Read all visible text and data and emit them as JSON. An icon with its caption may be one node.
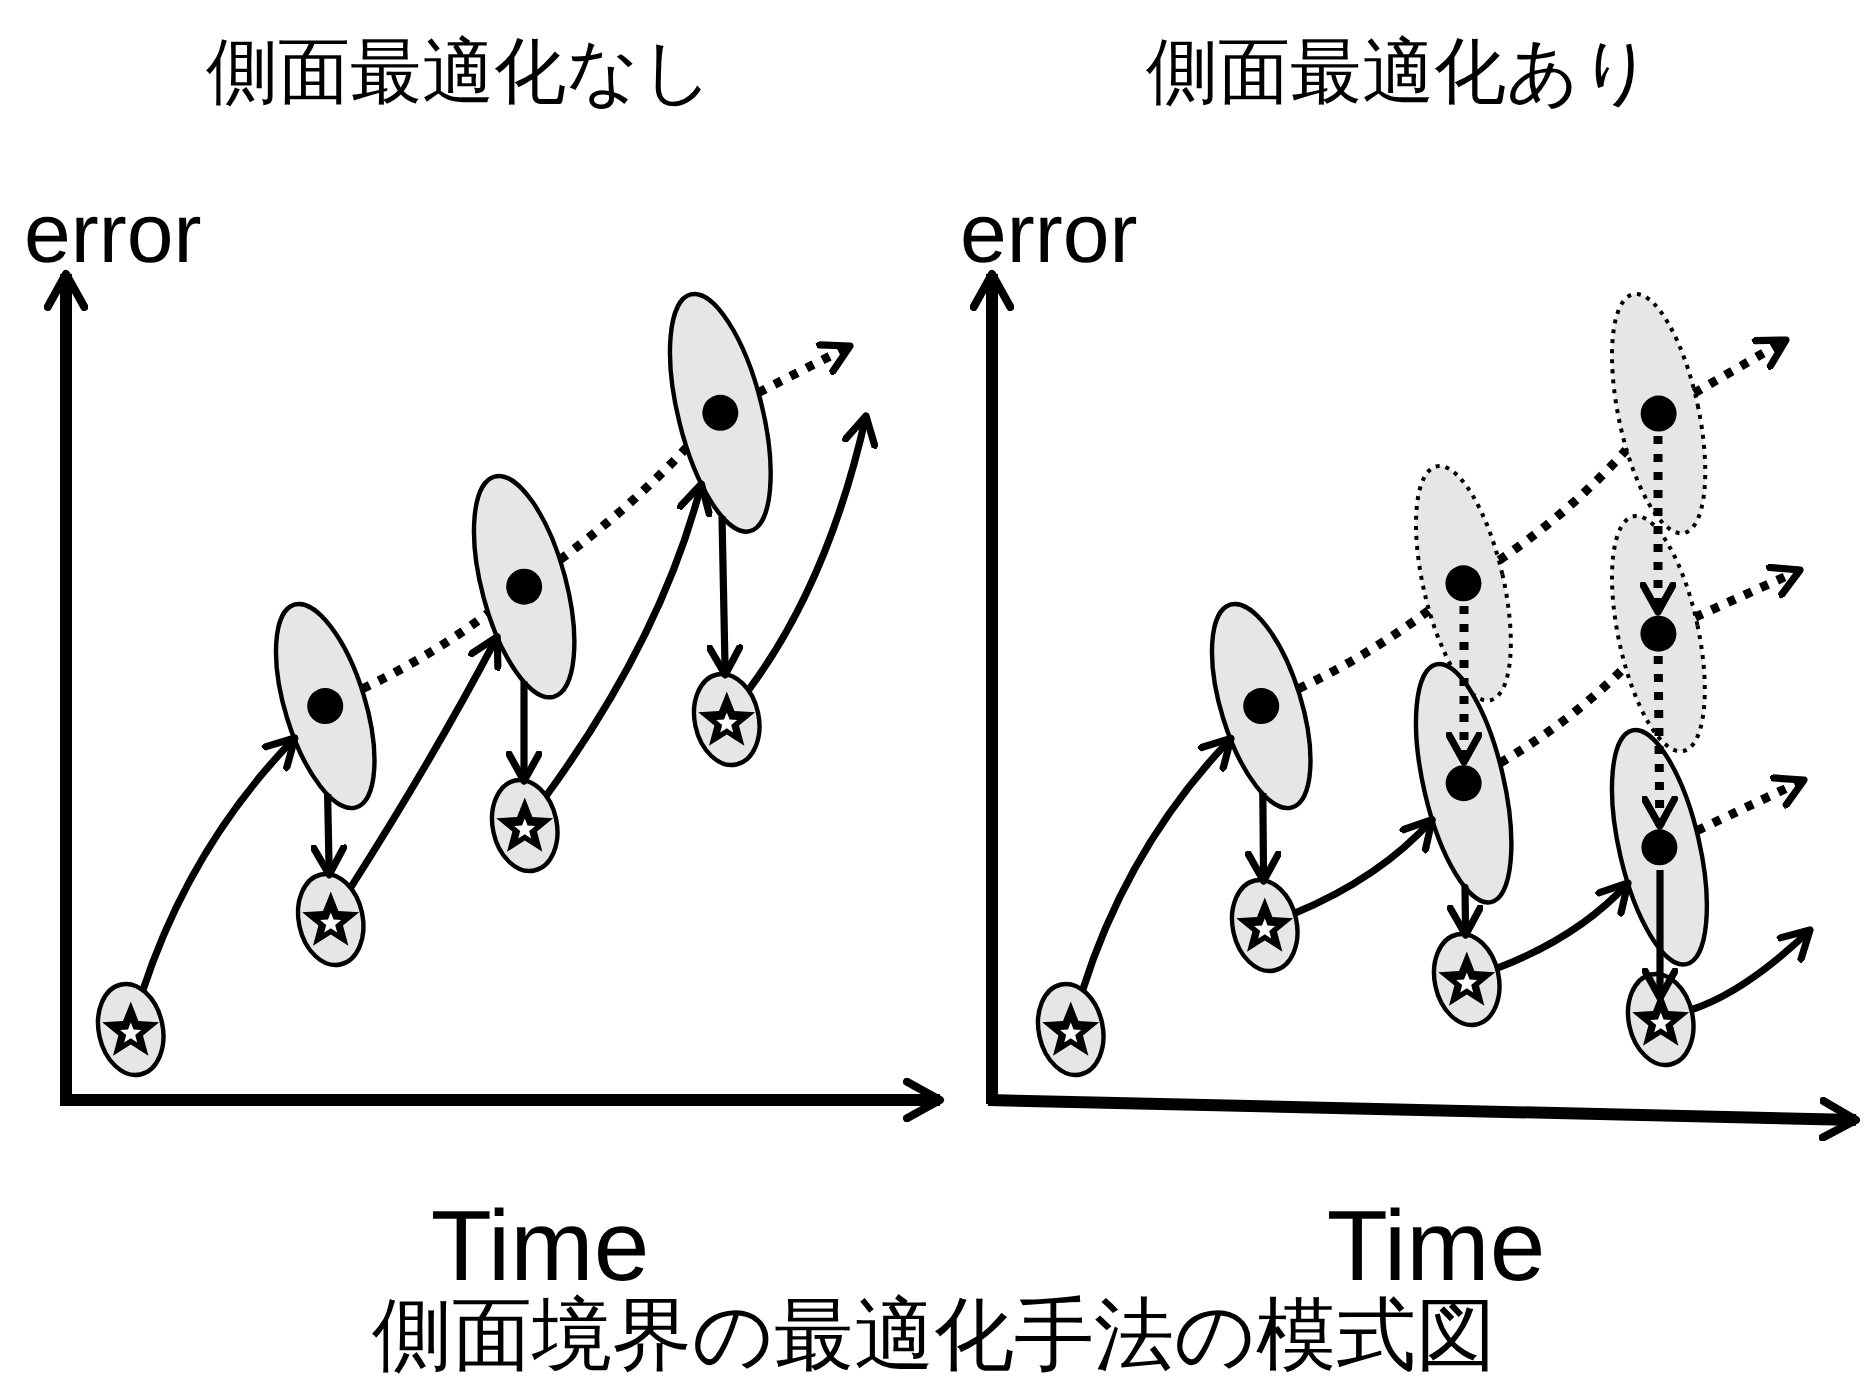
{
  "diagram": {
    "caption": "側面境界の最適化手法の模式図",
    "nodes": [
      {
        "text": [],
        "shape": "star"
      },
      {
        "text": [],
        "shape": "ellipse"
      },
      {
        "text": [],
        "shape": "star"
      },
      {
        "text": [],
        "shape": "ellipse"
      },
      {
        "text": [],
        "shape": "star"
      },
      {
        "text": [],
        "shape": "ellipse"
      },
      {
        "text": [],
        "shape": "star"
      },
      {
        "text": [],
        "shape": "star"
      },
      {
        "text": [],
        "shape": "ellipse"
      },
      {
        "text": [],
        "shape": "star"
      },
      {
        "text": [],
        "shape": "ellipse"
      },
      {
        "text": [],
        "shape": "ellipse"
      },
      {
        "text": [],
        "shape": "star"
      },
      {
        "text": [],
        "shape": "ellipse"
      },
      {
        "text": [],
        "shape": "ellipse"
      },
      {
        "text": [],
        "shape": "ellipse"
      },
      {
        "text": [],
        "shape": "star"
      }
    ],
    "edges": [
      {
        "from": 0,
        "to": 1,
        "arrow": "to"
      },
      {
        "from": 1,
        "to": 2,
        "arrow": "to"
      },
      {
        "from": 1,
        "to": 3,
        "arrow": "none",
        "style": "dashed"
      },
      {
        "from": 2,
        "to": 3,
        "arrow": "to"
      },
      {
        "from": 3,
        "to": 4,
        "arrow": "to"
      },
      {
        "from": 3,
        "to": 5,
        "arrow": "none",
        "style": "dashed"
      },
      {
        "from": 4,
        "to": 5,
        "arrow": "to"
      },
      {
        "from": 5,
        "to": null,
        "arrow": "to",
        "style": "dashed"
      },
      {
        "from": 5,
        "to": 6,
        "arrow": "to"
      },
      {
        "from": 6,
        "to": null,
        "arrow": "to"
      },
      {
        "from": 7,
        "to": 8,
        "arrow": "to"
      },
      {
        "from": 8,
        "to": 9,
        "arrow": "to"
      },
      {
        "from": 8,
        "to": 10,
        "arrow": "none",
        "style": "dashed"
      },
      {
        "from": 9,
        "to": 11,
        "arrow": "to"
      },
      {
        "from": 10,
        "to": 11,
        "arrow": "to",
        "style": "dashed"
      },
      {
        "from": 10,
        "to": 13,
        "arrow": "none",
        "style": "dashed"
      },
      {
        "from": 11,
        "to": 12,
        "arrow": "to"
      },
      {
        "from": 11,
        "to": 14,
        "arrow": "none",
        "style": "dashed"
      },
      {
        "from": 12,
        "to": 15,
        "arrow": "to"
      },
      {
        "from": 13,
        "to": null,
        "arrow": "to",
        "style": "dashed"
      },
      {
        "from": 13,
        "to": 14,
        "arrow": "to",
        "style": "dashed"
      },
      {
        "from": 14,
        "to": null,
        "arrow": "to",
        "style": "dashed"
      },
      {
        "from": 14,
        "to": 15,
        "arrow": "to",
        "style": "dashed"
      },
      {
        "from": 15,
        "to": null,
        "arrow": "to",
        "style": "dashed"
      },
      {
        "from": 15,
        "to": 16,
        "arrow": "to"
      },
      {
        "from": 16,
        "to": null,
        "arrow": "to"
      }
    ],
    "labels": [
      "側面最適化なし",
      "側面最適化あり",
      "error",
      "error",
      "Time",
      "Time"
    ]
  }
}
